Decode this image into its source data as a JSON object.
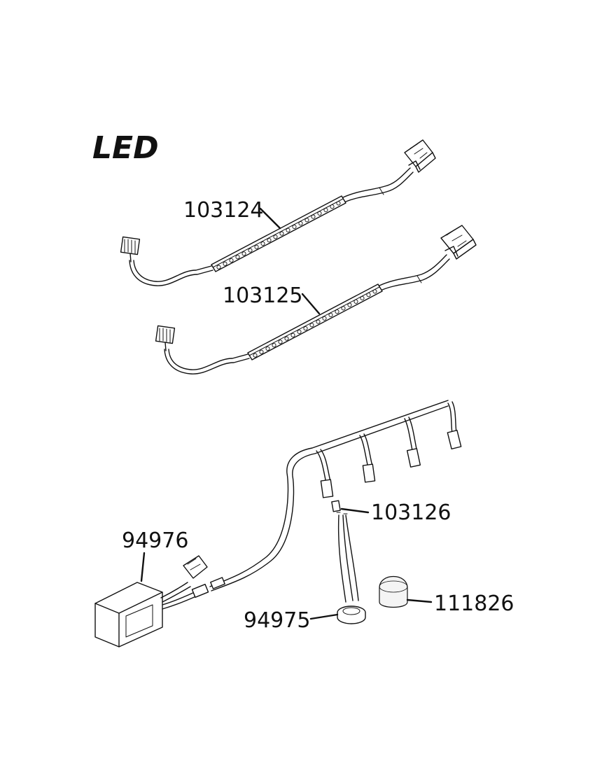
{
  "title": "LED",
  "parts": {
    "led_strip_1": "103124",
    "led_strip_2": "103125",
    "connector_plug": "103126",
    "driver_box": "94976",
    "puck_light": "94975",
    "diffuser_cap": "111826"
  }
}
